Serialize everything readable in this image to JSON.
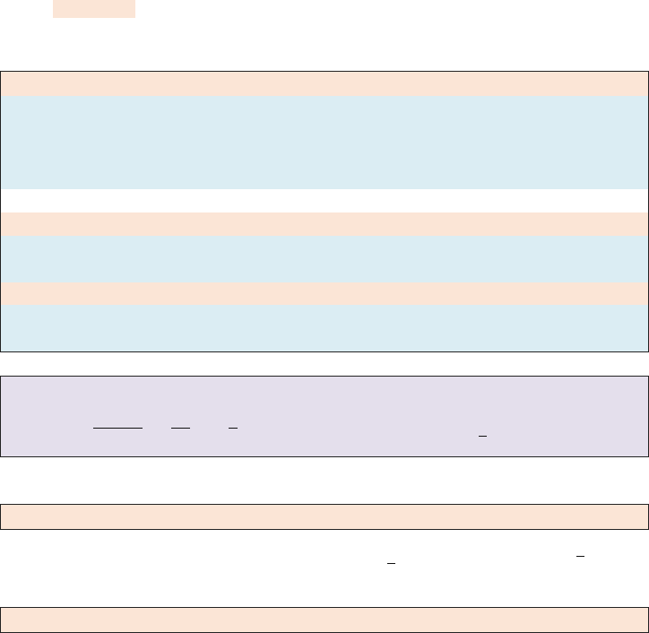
{
  "sections": {
    "main_table": {
      "rows": [
        "header",
        "body",
        "blank",
        "header",
        "body",
        "header",
        "body"
      ]
    },
    "formula_box": {
      "fraction_bars": 4
    },
    "bands": 2
  }
}
